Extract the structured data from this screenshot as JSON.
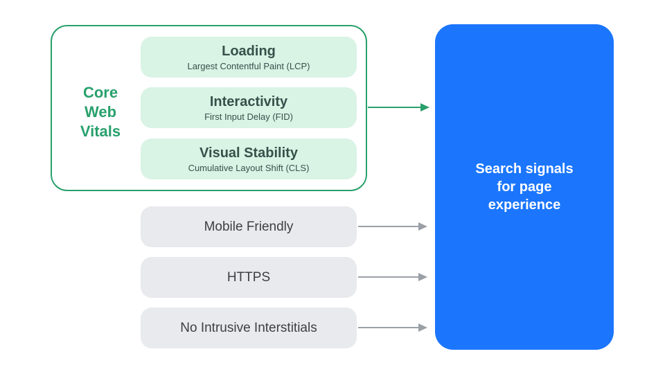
{
  "colors": {
    "green_accent": "#28A06C",
    "green_fill": "#D9F3E5",
    "green_text_dark": "#36514A",
    "gray_fill": "#E8EAED",
    "gray_text": "#3C4043",
    "gray_arrow": "#9AA0A6",
    "blue_panel": "#1B76FD",
    "white_text": "#FFFFFF"
  },
  "core_web_vitals": {
    "label": "Core\nWeb\nVitals",
    "metrics": [
      {
        "title": "Loading",
        "subtitle": "Largest Contentful Paint (LCP)"
      },
      {
        "title": "Interactivity",
        "subtitle": "First Input Delay (FID)"
      },
      {
        "title": "Visual Stability",
        "subtitle": "Cumulative Layout Shift (CLS)"
      }
    ]
  },
  "other_signals": [
    {
      "label": "Mobile Friendly"
    },
    {
      "label": "HTTPS"
    },
    {
      "label": "No Intrusive Interstitials"
    }
  ],
  "result_panel": {
    "title": "Search signals\nfor page\nexperience"
  }
}
